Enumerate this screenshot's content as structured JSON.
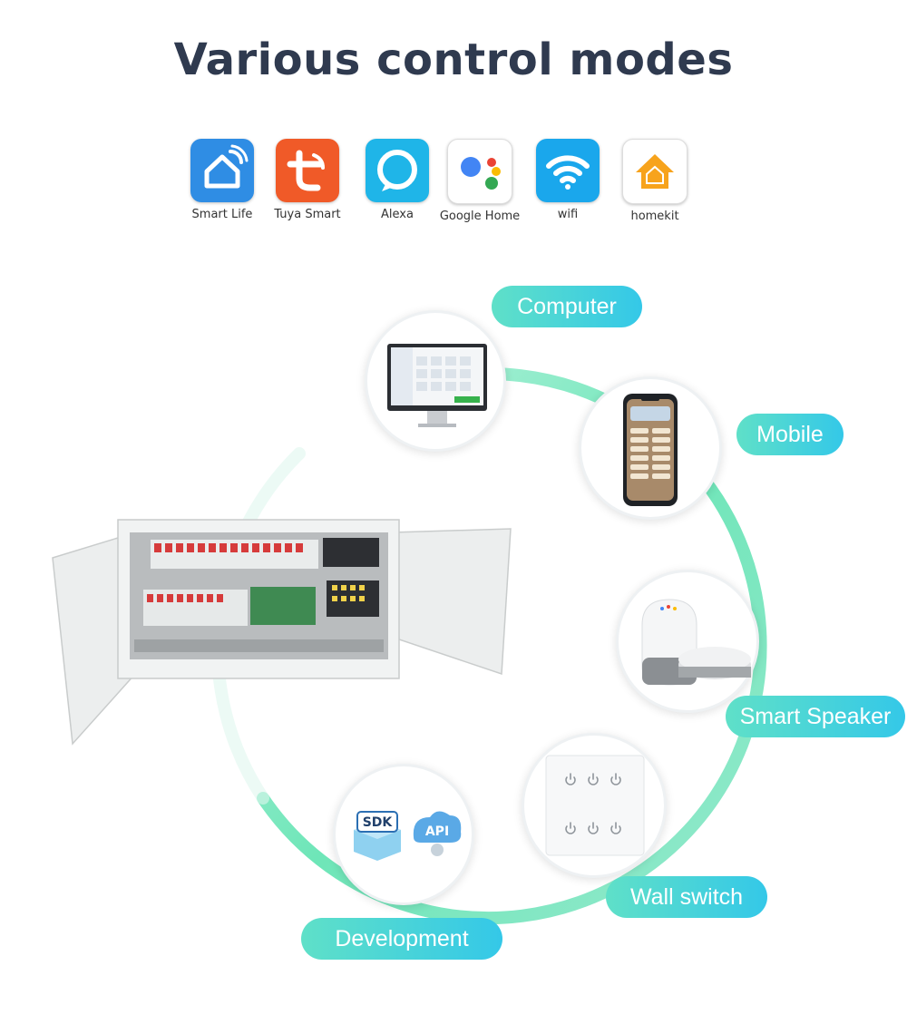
{
  "title": "Various control modes",
  "apps": [
    {
      "name": "Smart Life",
      "icon": "smart-life-icon"
    },
    {
      "name": "Tuya Smart",
      "icon": "tuya-smart-icon"
    },
    {
      "name": "Alexa",
      "icon": "alexa-icon"
    },
    {
      "name": "Google Home",
      "icon": "google-home-icon"
    },
    {
      "name": "wifi",
      "icon": "wifi-icon"
    },
    {
      "name": "homekit",
      "icon": "homekit-icon"
    }
  ],
  "modes": {
    "computer": "Computer",
    "mobile": "Mobile",
    "speaker": "Smart Speaker",
    "wall_switch": "Wall switch",
    "development": "Development"
  },
  "badges": {
    "sdk": "SDK",
    "api": "API"
  },
  "colors": {
    "title": "#2f3a4f",
    "pill_start": "#5fe0c8",
    "pill_end": "#34c8e8",
    "ring": "#5ee3b0",
    "smart_life": "#2f8de4",
    "tuya": "#f05a28",
    "alexa": "#1fb5e8",
    "wifi": "#1aa7ec",
    "homekit": "#f7a31c"
  }
}
